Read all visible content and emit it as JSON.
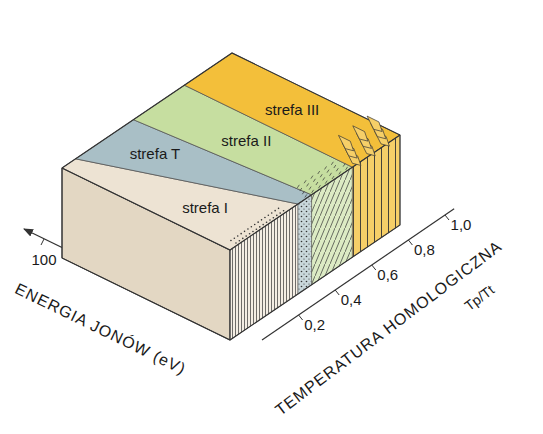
{
  "diagram": {
    "nodes": [
      {
        "text": [
          "strefa III"
        ]
      },
      {
        "text": [
          "strefa II"
        ]
      },
      {
        "text": [
          "strefa T"
        ]
      },
      {
        "text": [
          "strefa I"
        ]
      }
    ],
    "labels": [
      "100",
      "ENERGIA JONÓW (eV)",
      "0,2",
      "0,4",
      "0,6",
      "0,8",
      "1,0",
      "TEMPERATURA HOMOLOGICZNA",
      "Tp/Tt"
    ]
  }
}
